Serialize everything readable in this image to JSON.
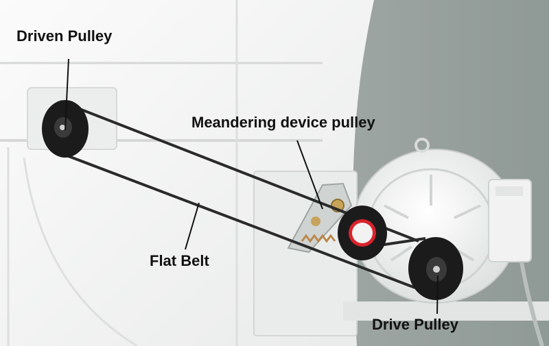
{
  "labels": {
    "driven_pulley": "Driven Pulley",
    "meandering_device_pulley": "Meandering device pulley",
    "flat_belt": "Flat Belt",
    "drive_pulley": "Drive Pulley"
  },
  "colors": {
    "background_wall": "#9aa39f",
    "machine_body": "#f4f5f4",
    "belt": "#2a2a2a",
    "pulley": "#1b1b1b",
    "meander_ring": "#d9232d",
    "leader_line": "#111111",
    "label_text": "#111111"
  }
}
